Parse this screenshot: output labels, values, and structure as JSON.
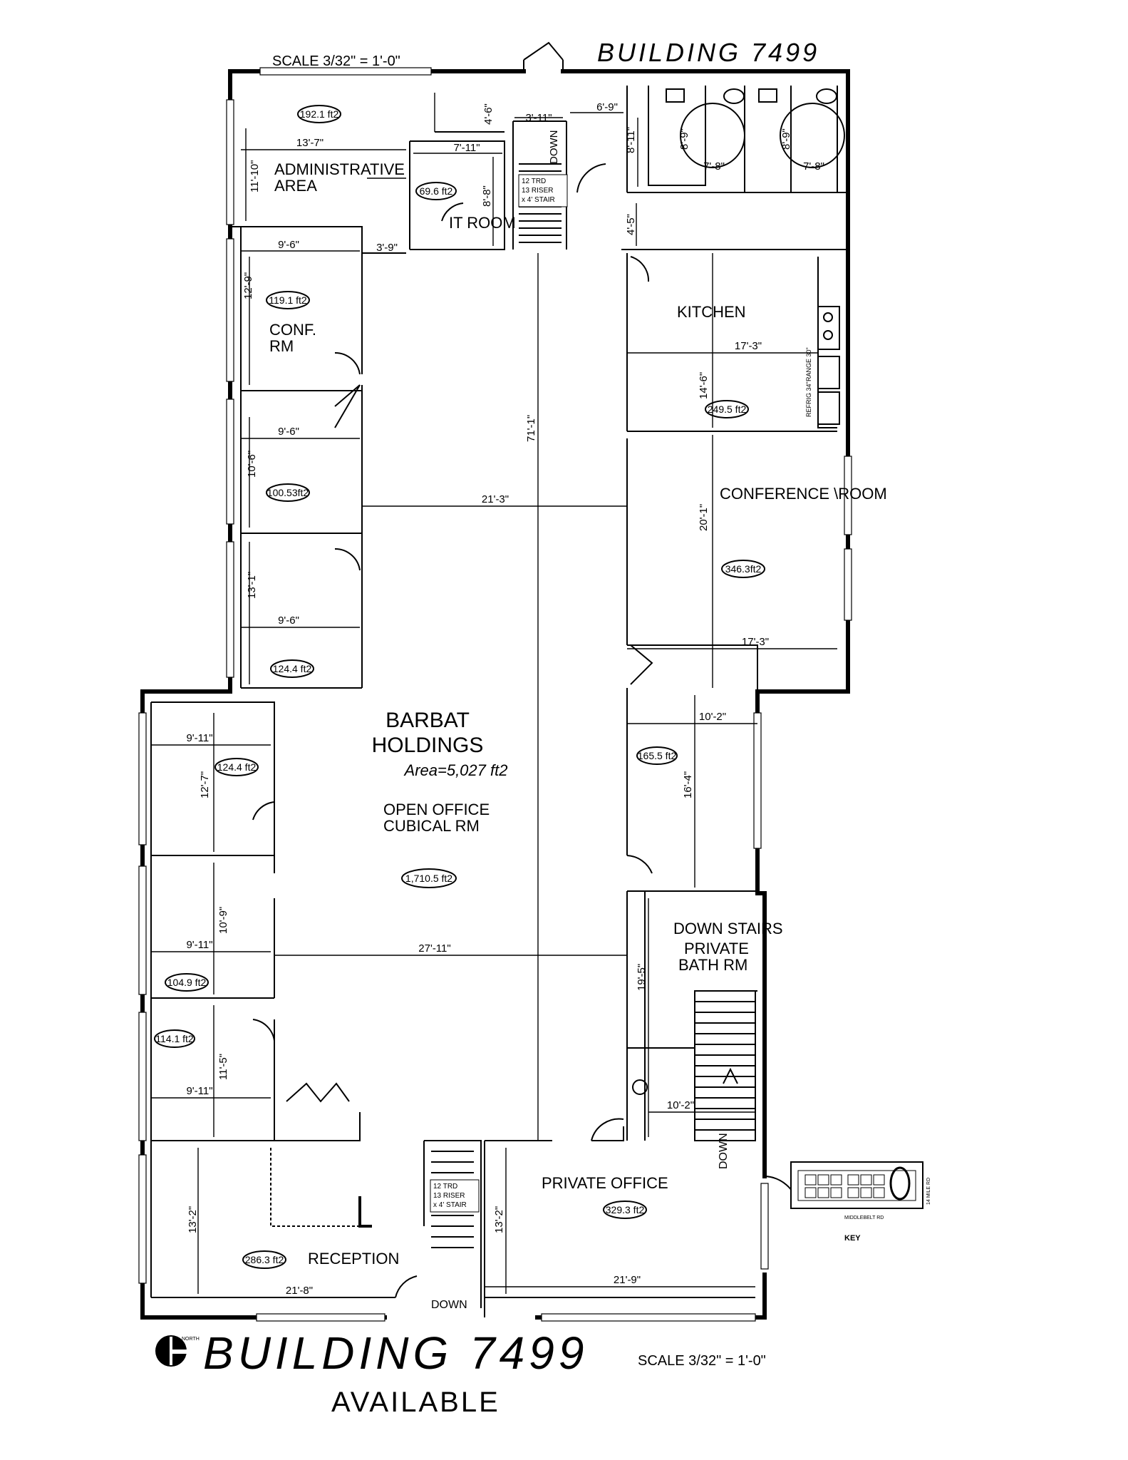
{
  "header": {
    "scale_top": "SCALE 3/32\" = 1'-0\"",
    "building_top": "BUILDING 7499"
  },
  "footer": {
    "north": "NORTH",
    "building": "BUILDING 7499",
    "scale": "SCALE 3/32\" = 1'-0\"",
    "status": "AVAILABLE"
  },
  "tenant": {
    "name_line1": "BARBAT",
    "name_line2": "HOLDINGS",
    "area": "Area=5,027 ft2"
  },
  "rooms": {
    "admin": {
      "line1": "ADMINISTRATIVE",
      "line2": "AREA",
      "area": "192.1 ft2",
      "dim_w": "13'-7\"",
      "dim_h": "11'-10\"",
      "dim_top": "4'-6\""
    },
    "it": {
      "label": "IT ROOM",
      "area": "69.6 ft2",
      "dim_w": "7'-11\"",
      "dim_h": "8'-8\"",
      "dim_side": "3'-9\""
    },
    "stair_top": {
      "dim_w": "3'-11\"",
      "down": "DOWN",
      "trd": "12 TRD",
      "riser": "13 RISER",
      "stair": "x 4' STAIR"
    },
    "conf": {
      "line1": "CONF.",
      "line2": "RM",
      "area": "119.1 ft2",
      "dim_w": "9'-6\"",
      "dim_h": "12'-9\""
    },
    "office_a": {
      "area": "100.53ft2",
      "dim_w": "9'-6\"",
      "dim_h": "10'-6\""
    },
    "office_b": {
      "area": "124.4 ft2",
      "dim_w": "9'-6\"",
      "dim_h": "13'-1\""
    },
    "office_c": {
      "area": "124.4 ft2",
      "dim_w": "9'-11\"",
      "dim_h": "12'-7\""
    },
    "office_d": {
      "area": "104.9 ft2",
      "dim_w": "9'-11\"",
      "dim_h": "10'-9\""
    },
    "office_e": {
      "area": "114.1 ft2",
      "dim_w": "9'-11\"",
      "dim_h": "11'-5\""
    },
    "corridor": {
      "dim_w": "6'-9\"",
      "dim_h": "8'-11\"",
      "dim_small": "4'-5\""
    },
    "restroom_a": {
      "dim_h": "8'-9\"",
      "dim_w": "7'-8\""
    },
    "restroom_b": {
      "dim_h": "8'-9\"",
      "dim_w": "7'-8\""
    },
    "kitchen": {
      "label": "KITCHEN",
      "area": "249.5 ft2",
      "dim_w": "17'-3\"",
      "dim_h": "14'-6\"",
      "range": "RANGE 30\"",
      "fridge": "REFRIG 34\""
    },
    "conference": {
      "label": "CONFERENCE \\ROOM",
      "area": "346.3ft2",
      "dim_w": "17'-3\"",
      "dim_h": "20'-1\""
    },
    "open_office": {
      "line1": "OPEN OFFICE",
      "line2": "CUBICAL RM",
      "area": "1,710.5 ft2",
      "dim_h": "71'-1\"",
      "dim_w_upper": "21'-3\"",
      "dim_w_lower": "27'-11\""
    },
    "east_office": {
      "area": "165.5 ft2",
      "dim_w": "10'-2\"",
      "dim_h": "16'-4\""
    },
    "down_stairs": {
      "line1": "DOWN STAIRS",
      "line2": "PRIVATE",
      "line3": "BATH RM",
      "dim_h": "19'-5\"",
      "dim_w": "10'-2\"",
      "down": "DOWN"
    },
    "private_office": {
      "label": "PRIVATE OFFICE",
      "area": "329.3 ft2",
      "dim_w": "21'-9\"",
      "dim_h": "13'-2\""
    },
    "reception": {
      "label": "RECEPTION",
      "area": "286.3 ft2",
      "dim_w": "21'-8\"",
      "dim_h": "13'-2\""
    },
    "stair_bottom": {
      "trd": "12 TRD",
      "riser": "13 RISER",
      "stair": "x 4' STAIR",
      "down": "DOWN"
    }
  },
  "key_plan": {
    "road_1": "MIDDLEBELT RD",
    "road_2": "14 MILE RD",
    "label": "KEY"
  }
}
